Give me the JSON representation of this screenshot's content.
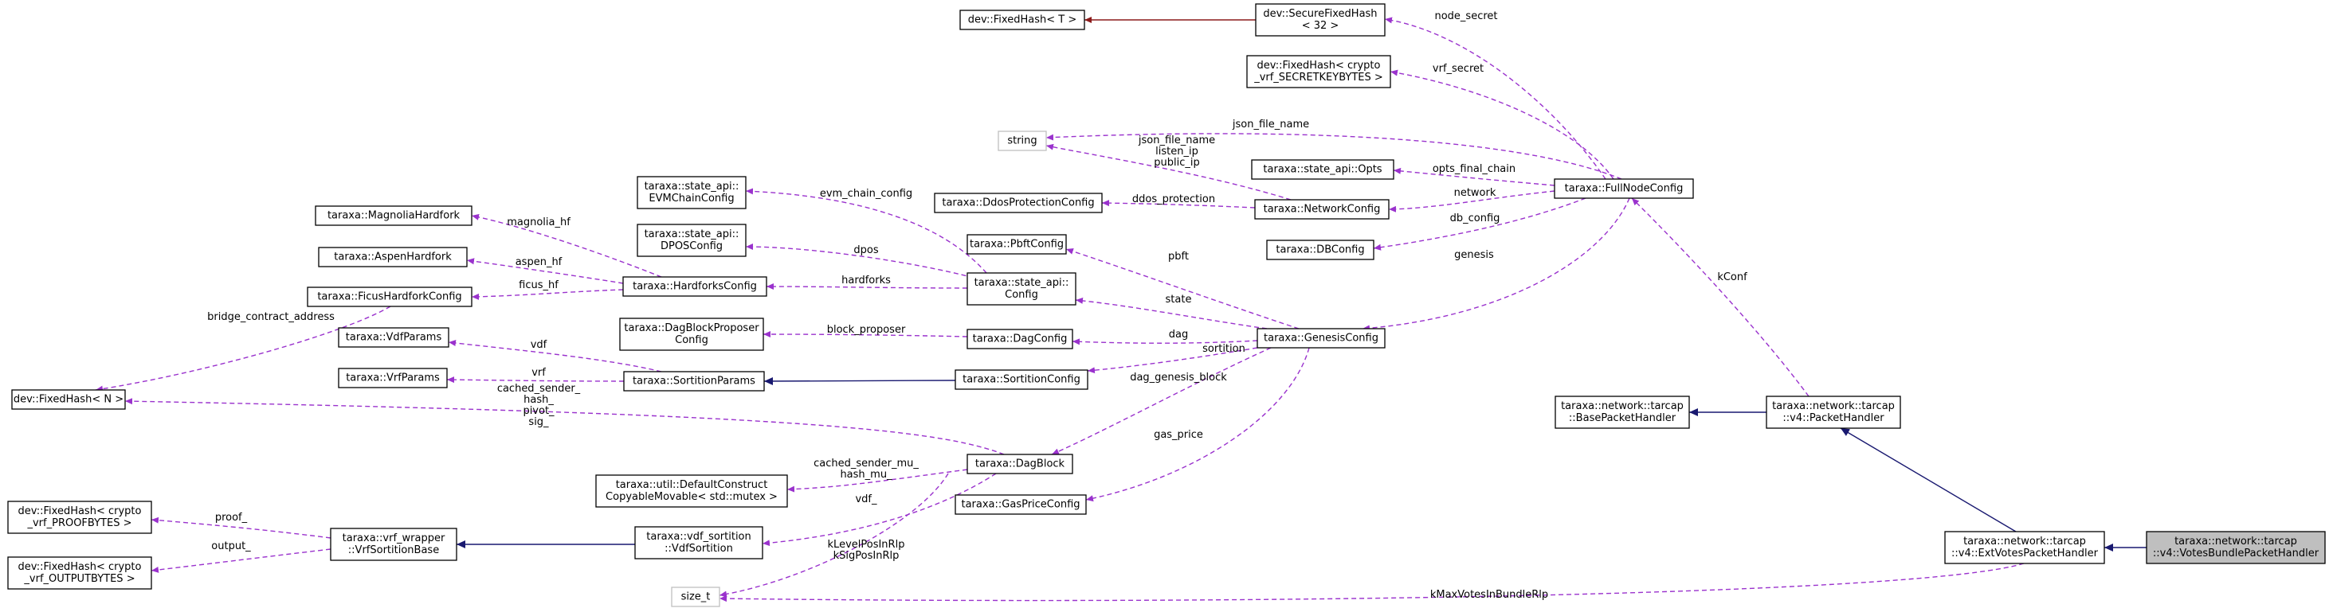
{
  "colors": {
    "inheritance": "#191970",
    "member": "#9a32cd",
    "template": "#8b1a1a",
    "focus_fill": "#bfbfbf"
  },
  "nodes": {
    "fixedhash_t": [
      "dev::FixedHash< T >"
    ],
    "securefixedhash": [
      "dev::SecureFixedHash",
      "< 32 >"
    ],
    "fixedhash_vrf_secret": [
      "dev::FixedHash< crypto",
      "_vrf_SECRETKEYBYTES >"
    ],
    "string": [
      "string"
    ],
    "opts": [
      "taraxa::state_api::Opts"
    ],
    "ddos": [
      "taraxa::DdosProtectionConfig"
    ],
    "networkconfig": [
      "taraxa::NetworkConfig"
    ],
    "fullnodeconfig": [
      "taraxa::FullNodeConfig"
    ],
    "dbconfig": [
      "taraxa::DBConfig"
    ],
    "evmchain": [
      "taraxa::state_api::",
      "EVMChainConfig"
    ],
    "dpos": [
      "taraxa::state_api::",
      "DPOSConfig"
    ],
    "magnolia": [
      "taraxa::MagnoliaHardfork"
    ],
    "aspen": [
      "taraxa::AspenHardfork"
    ],
    "ficus": [
      "taraxa::FicusHardforkConfig"
    ],
    "hardforks": [
      "taraxa::HardforksConfig"
    ],
    "pbft": [
      "taraxa::PbftConfig"
    ],
    "stateconfig": [
      "taraxa::state_api::",
      "Config"
    ],
    "genesis": [
      "taraxa::GenesisConfig"
    ],
    "proposer": [
      "taraxa::DagBlockProposer",
      "Config"
    ],
    "dagconfig": [
      "taraxa::DagConfig"
    ],
    "vdfparams": [
      "taraxa::VdfParams"
    ],
    "vrfparams": [
      "taraxa::VrfParams"
    ],
    "sortitionparams": [
      "taraxa::SortitionParams"
    ],
    "sortitionconfig": [
      "taraxa::SortitionConfig"
    ],
    "fixedhash_n": [
      "dev::FixedHash< N >"
    ],
    "basepackethandler": [
      "taraxa::network::tarcap",
      "::BasePacketHandler"
    ],
    "packethandler": [
      "taraxa::network::tarcap",
      "::v4::PacketHandler"
    ],
    "dagblock": [
      "taraxa::DagBlock"
    ],
    "defaultconstruct": [
      "taraxa::util::DefaultConstruct",
      "CopyableMovable< std::mutex >"
    ],
    "gaspriceconfig": [
      "taraxa::GasPriceConfig"
    ],
    "fixedhash_proof": [
      "dev::FixedHash< crypto",
      "_vrf_PROOFBYTES >"
    ],
    "vrfsortitionbase": [
      "taraxa::vrf_wrapper",
      "::VrfSortitionBase"
    ],
    "vdfsortition": [
      "taraxa::vdf_sortition",
      "::VdfSortition"
    ],
    "fixedhash_output": [
      "dev::FixedHash< crypto",
      "_vrf_OUTPUTBYTES >"
    ],
    "extvotes": [
      "taraxa::network::tarcap",
      "::v4::ExtVotesPacketHandler"
    ],
    "votesbundle": [
      "taraxa::network::tarcap",
      "::v4::VotesBundlePacketHandler"
    ],
    "size_t": [
      "size_t"
    ]
  },
  "edge_labels": {
    "node_secret": [
      "node_secret"
    ],
    "vrf_secret": [
      "vrf_secret"
    ],
    "json_file_name": [
      "json_file_name"
    ],
    "net_string": [
      "json_file_name",
      "listen_ip",
      "public_ip"
    ],
    "opts_final_chain": [
      "opts_final_chain"
    ],
    "ddos_protection": [
      "ddos_protection"
    ],
    "network": [
      "network"
    ],
    "db_config": [
      "db_config"
    ],
    "genesis": [
      "genesis"
    ],
    "evm_chain_config": [
      "evm_chain_config"
    ],
    "dpos": [
      "dpos"
    ],
    "magnolia_hf": [
      "magnolia_hf"
    ],
    "aspen_hf": [
      "aspen_hf"
    ],
    "ficus_hf": [
      "ficus_hf"
    ],
    "hardforks": [
      "hardforks"
    ],
    "pbft": [
      "pbft"
    ],
    "state": [
      "state"
    ],
    "bridge_contract_address": [
      "bridge_contract_address"
    ],
    "block_proposer": [
      "block_proposer"
    ],
    "dag": [
      "dag"
    ],
    "vdf": [
      "vdf"
    ],
    "sortition": [
      "sortition"
    ],
    "vrf": [
      "vrf"
    ],
    "kconf": [
      "kConf"
    ],
    "dag_genesis_block": [
      "dag_genesis_block"
    ],
    "hash_fields": [
      "cached_sender_",
      "hash_",
      "pivot_",
      "sig_"
    ],
    "gas_price": [
      "gas_price"
    ],
    "mutex_fields": [
      "cached_sender_mu_",
      "hash_mu_"
    ],
    "vdf_": [
      "vdf_"
    ],
    "proof_": [
      "proof_"
    ],
    "output_": [
      "output_"
    ],
    "rlp_fields": [
      "kLevelPosInRlp",
      "kSigPosInRlp"
    ],
    "kmaxvotes": [
      "kMaxVotesInBundleRlp"
    ]
  }
}
